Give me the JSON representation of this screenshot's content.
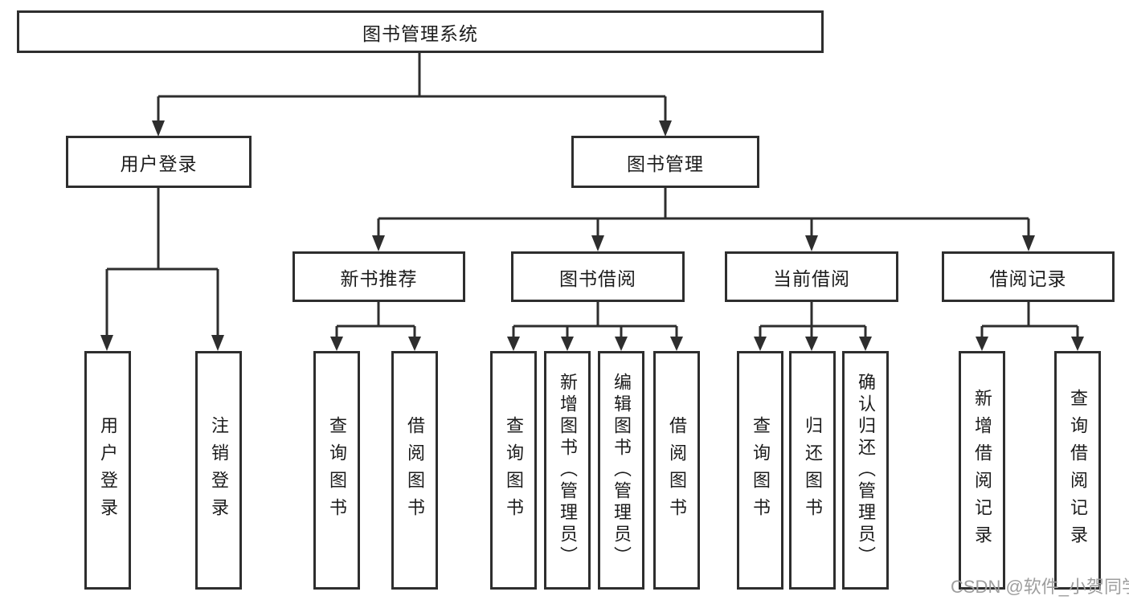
{
  "diagram": {
    "title": "图书管理系统",
    "branches": [
      {
        "label": "用户登录",
        "children": [
          {
            "label": "用户登录"
          },
          {
            "label": "注销登录"
          }
        ]
      },
      {
        "label": "图书管理",
        "children": [
          {
            "label": "新书推荐",
            "children": [
              {
                "label": "查询图书"
              },
              {
                "label": "借阅图书"
              }
            ]
          },
          {
            "label": "图书借阅",
            "children": [
              {
                "label": "查询图书"
              },
              {
                "label": "新增图书（管理员）"
              },
              {
                "label": "编辑图书（管理员）"
              },
              {
                "label": "借阅图书"
              }
            ]
          },
          {
            "label": "当前借阅",
            "children": [
              {
                "label": "查询图书"
              },
              {
                "label": "归还图书"
              },
              {
                "label": "确认归还（管理员）"
              }
            ]
          },
          {
            "label": "借阅记录",
            "children": [
              {
                "label": "新增借阅记录"
              },
              {
                "label": "查询借阅记录"
              }
            ]
          }
        ]
      }
    ]
  },
  "watermark": {
    "text": "CSDN @软件_小贺同学"
  },
  "colors": {
    "line": "#2e2e2e",
    "text": "#1c1c1c",
    "watermark": "#9e9e9e",
    "background": "#ffffff"
  }
}
